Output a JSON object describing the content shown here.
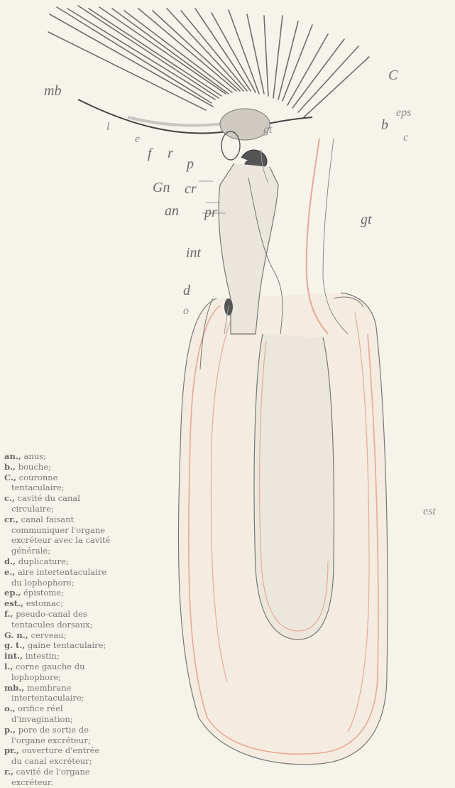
{
  "labels": {
    "mb": "mb",
    "l": "l",
    "e": "e",
    "f": "f",
    "r": "r",
    "p": "p",
    "gn": "Gn",
    "cr": "cr",
    "an": "an",
    "pr": "pr",
    "int": "int",
    "d": "d",
    "o": "o",
    "C": "C",
    "eps": "eps",
    "b": "b",
    "c": "c",
    "gt": "gt",
    "gt_top": "gt",
    "est": "est"
  },
  "legend": [
    {
      "abbr": "an.,",
      "text": "anus;"
    },
    {
      "abbr": "b.,",
      "text": "bouche;"
    },
    {
      "abbr": "C.,",
      "text": "couronne tentaculaire;"
    },
    {
      "abbr": "c.,",
      "text": "cavité du canal circulaire;"
    },
    {
      "abbr": "cr.,",
      "text": "canal faisant communiquer l'organe excréteur avec la cavité générale;"
    },
    {
      "abbr": "d.,",
      "text": "duplicature;"
    },
    {
      "abbr": "e.,",
      "text": "aire intertentaculaire du lophophore;"
    },
    {
      "abbr": "ep.,",
      "text": "épistome;"
    },
    {
      "abbr": "est.,",
      "text": "estomac;"
    },
    {
      "abbr": "f.,",
      "text": "pseudo-canal des tentacules dorsaux;"
    },
    {
      "abbr": "G. n.,",
      "text": "cerveau;"
    },
    {
      "abbr": "g. t.,",
      "text": "gaine tentaculaire;"
    },
    {
      "abbr": "int.,",
      "text": "intestin;"
    },
    {
      "abbr": "l.,",
      "text": "corne gauche du lophophore;"
    },
    {
      "abbr": "mb.,",
      "text": "membrane intertentaculaire;"
    },
    {
      "abbr": "o.,",
      "text": "orifice réel d'invagination;"
    },
    {
      "abbr": "p.,",
      "text": "pore de sortie de l'organe excréteur;"
    },
    {
      "abbr": "pr.,",
      "text": "ouverture d'entrée du canal excréteur;"
    },
    {
      "abbr": "r.,",
      "text": "cavité de l'organe excréteur."
    }
  ]
}
